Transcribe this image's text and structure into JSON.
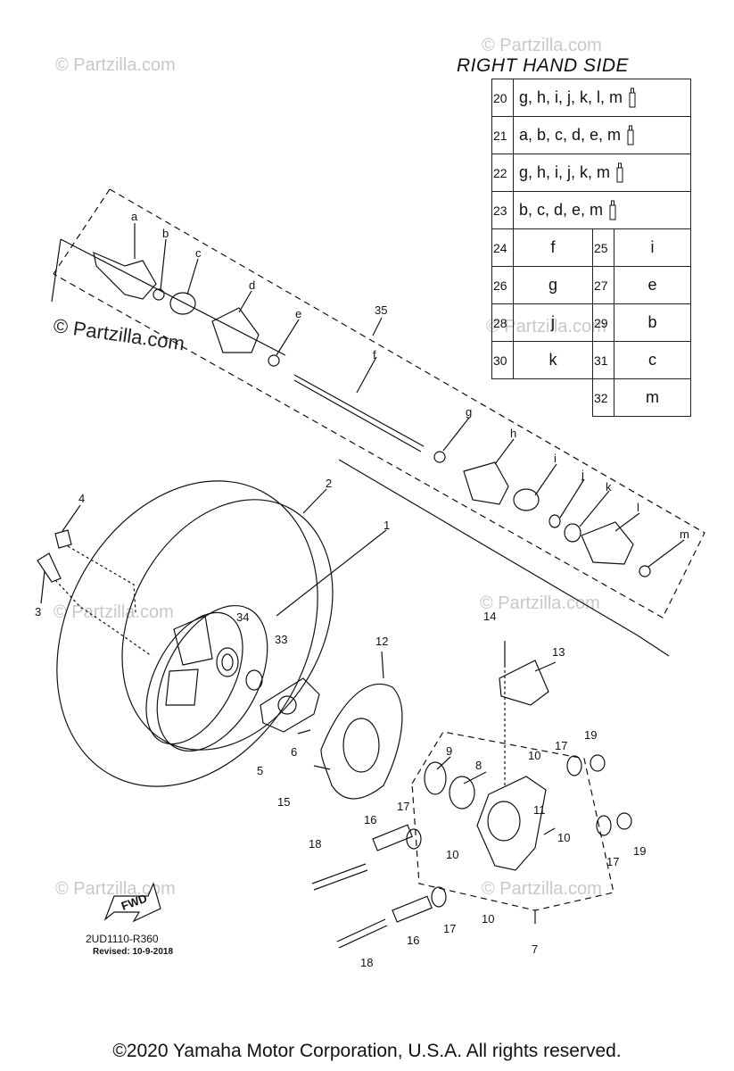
{
  "title": "RIGHT HAND SIDE",
  "table_wide": [
    {
      "num": "20",
      "letters": "g, h, i, j, k, l, m"
    },
    {
      "num": "21",
      "letters": "a, b, c, d, e, m"
    },
    {
      "num": "22",
      "letters": "g, h, i, j, k, m"
    },
    {
      "num": "23",
      "letters": "b, c, d, e, m"
    }
  ],
  "table_pairs": [
    {
      "n1": "24",
      "v1": "f",
      "n2": "25",
      "v2": "i"
    },
    {
      "n1": "26",
      "v1": "g",
      "n2": "27",
      "v2": "e"
    },
    {
      "n1": "28",
      "v1": "j",
      "n2": "29",
      "v2": "b"
    },
    {
      "n1": "30",
      "v1": "k",
      "n2": "31",
      "v2": "c"
    },
    {
      "n1": "",
      "v1": "",
      "n2": "32",
      "v2": "m"
    }
  ],
  "watermark_main": "© Partzilla.com",
  "watermark_faint": "© Partzilla.com",
  "callouts": {
    "a": "a",
    "b": "b",
    "c": "c",
    "d": "d",
    "e": "e",
    "f": "f",
    "g": "g",
    "h": "h",
    "i": "i",
    "j": "j",
    "k": "k",
    "l": "l",
    "m": "m",
    "n1": "1",
    "n2": "2",
    "n3": "3",
    "n4": "4",
    "n5": "5",
    "n6": "6",
    "n7": "7",
    "n8": "8",
    "n9": "9",
    "n10": "10",
    "n11": "11",
    "n12": "12",
    "n13": "13",
    "n14": "14",
    "n15": "15",
    "n16": "16",
    "n17": "17",
    "n18": "18",
    "n19": "19",
    "n33": "33",
    "n34": "34",
    "n35": "35"
  },
  "fwd": "FWD",
  "diagram_code": "2UD1110-R360",
  "revised": "Revised: 10-9-2018",
  "footer": "©2020 Yamaha Motor Corporation, U.S.A. All rights reserved."
}
